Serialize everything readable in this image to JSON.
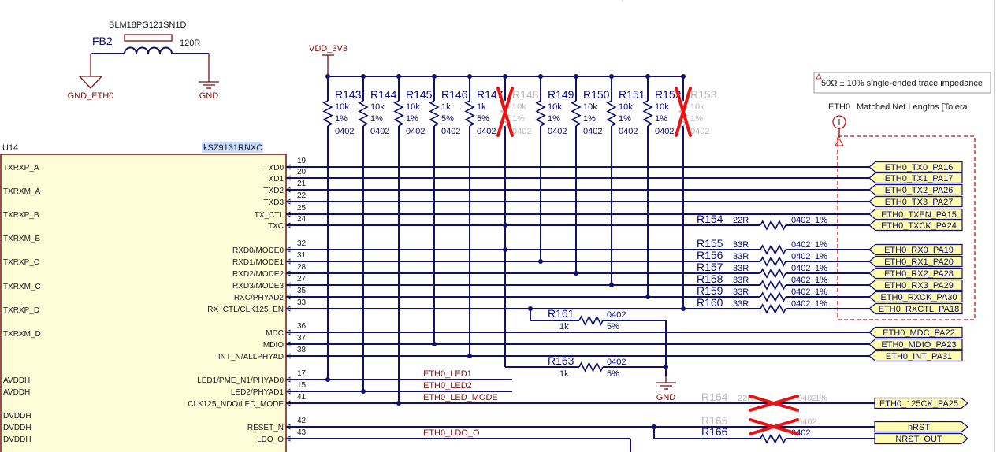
{
  "power": {
    "vdd": "VDD_3V3",
    "gnd": "GND",
    "gnd_eth0": "GND_ETH0"
  },
  "ferrite": {
    "part": "BLM18PG121SN1D",
    "ref": "FB2",
    "value": "120R"
  },
  "chip": {
    "ref": "U14",
    "part": "kSZ9131RNXC",
    "left_pins": [
      "TXRXP_A",
      "TXRXM_A",
      "TXRXP_B",
      "TXRXM_B",
      "TXRXP_C",
      "TXRXM_C",
      "TXRXP_D",
      "TXRXM_D",
      "AVDDH",
      "AVDDH",
      "DVDDH",
      "DVDDH",
      "DVDDH"
    ],
    "right_pins": [
      {
        "num": "19",
        "name": "TXD0"
      },
      {
        "num": "20",
        "name": "TXD1"
      },
      {
        "num": "21",
        "name": "TXD2"
      },
      {
        "num": "22",
        "name": "TXD3"
      },
      {
        "num": "25",
        "name": "TX_CTL"
      },
      {
        "num": "24",
        "name": "TXC"
      },
      {
        "num": "32",
        "name": "RXD0/MODE0"
      },
      {
        "num": "31",
        "name": "RXD1/MODE1"
      },
      {
        "num": "28",
        "name": "RXD2/MODE2"
      },
      {
        "num": "27",
        "name": "RXD3/MODE3"
      },
      {
        "num": "35",
        "name": "RXC/PHYAD2"
      },
      {
        "num": "33",
        "name": "RX_CTL/CLK125_EN"
      },
      {
        "num": "36",
        "name": "MDC"
      },
      {
        "num": "37",
        "name": "MDIO"
      },
      {
        "num": "38",
        "name": "INT_N/ALLPHYAD"
      },
      {
        "num": "17",
        "name": "LED1/PME_N1/PHYAD0"
      },
      {
        "num": "15",
        "name": "LED2/PHYAD1"
      },
      {
        "num": "41",
        "name": "CLK125_NDO/LED_MODE"
      },
      {
        "num": "42",
        "name": "RESET_N"
      },
      {
        "num": "43",
        "name": "LDO_O"
      }
    ]
  },
  "pullups": [
    {
      "ref": "R143",
      "value": "10k",
      "tol": "1%",
      "pkg": "0402",
      "dnp": false
    },
    {
      "ref": "R144",
      "value": "10k",
      "tol": "1%",
      "pkg": "0402",
      "dnp": false
    },
    {
      "ref": "R145",
      "value": "10k",
      "tol": "1%",
      "pkg": "0402",
      "dnp": false
    },
    {
      "ref": "R146",
      "value": "1k",
      "tol": "5%",
      "pkg": "0402",
      "dnp": false
    },
    {
      "ref": "R147",
      "value": "1k",
      "tol": "5%",
      "pkg": "0402",
      "dnp": false
    },
    {
      "ref": "R148",
      "value": "10k",
      "tol": "1%",
      "pkg": "0402",
      "dnp": true
    },
    {
      "ref": "R149",
      "value": "10k",
      "tol": "1%",
      "pkg": "0402",
      "dnp": false
    },
    {
      "ref": "R150",
      "value": "10k",
      "tol": "1%",
      "pkg": "0402",
      "dnp": false
    },
    {
      "ref": "R151",
      "value": "10k",
      "tol": "1%",
      "pkg": "0402",
      "dnp": false
    },
    {
      "ref": "R152",
      "value": "10k",
      "tol": "1%",
      "pkg": "0402",
      "dnp": false
    },
    {
      "ref": "R153",
      "value": "10k",
      "tol": "1%",
      "pkg": "0402",
      "dnp": true
    }
  ],
  "series": [
    {
      "ref": "R154",
      "value": "22R",
      "pkg": "0402",
      "tol": "1%"
    },
    {
      "ref": "R155",
      "value": "33R",
      "pkg": "0402",
      "tol": "1%"
    },
    {
      "ref": "R156",
      "value": "33R",
      "pkg": "0402",
      "tol": "1%"
    },
    {
      "ref": "R157",
      "value": "33R",
      "pkg": "0402",
      "tol": "1%"
    },
    {
      "ref": "R158",
      "value": "33R",
      "pkg": "0402",
      "tol": "1%"
    },
    {
      "ref": "R159",
      "value": "33R",
      "pkg": "0402",
      "tol": "1%"
    },
    {
      "ref": "R160",
      "value": "33R",
      "pkg": "0402",
      "tol": "1%"
    }
  ],
  "pulldowns": [
    {
      "ref": "R161",
      "value": "1k",
      "pkg": "0402",
      "tol": "5%"
    },
    {
      "ref": "R163",
      "value": "1k",
      "pkg": "0402",
      "tol": "5%"
    }
  ],
  "dnp_series": [
    {
      "ref": "R164",
      "value": "22R",
      "pkg": "0402",
      "tol": "1%"
    },
    {
      "ref": "R165",
      "value": "",
      "pkg": "0402",
      "tol": ""
    },
    {
      "ref": "R166",
      "value": "",
      "pkg": "0402",
      "tol": ""
    }
  ],
  "ports": [
    "ETH0_TX0_PA16",
    "ETH0_TX1_PA17",
    "ETH0_TX2_PA26",
    "ETH0_TX3_PA27",
    "ETH0_TXEN_PA15",
    "ETH0_TXCK_PA24",
    "ETH0_RX0_PA19",
    "ETH0_RX1_PA20",
    "ETH0_RX2_PA28",
    "ETH0_RX3_PA29",
    "ETH0_RXCK_PA30",
    "ETH0_RXCTL_PA18",
    "ETH0_MDC_PA22",
    "ETH0_MDIO_PA23",
    "ETH0_INT_PA31",
    "ETH0_125CK_PA25",
    "nRST",
    "NRST_OUT"
  ],
  "nets": [
    "ETH0_LED1",
    "ETH0_LED2",
    "ETH0_LED_MODE",
    "ETH0_LDO_O"
  ],
  "annotations": {
    "impedance": "50Ω ± 10% single-ended trace impedance",
    "group_name": "ETH0",
    "group_rule": "Matched Net Lengths [Tolera",
    "marker": "i"
  },
  "colors": {
    "wire": "#10106e",
    "chip_fill": "#fffdd8",
    "chip_border": "#7a1010",
    "port_fill": "#fffbb0",
    "dnp": "#e81414",
    "highlight": "#c8dcff"
  }
}
